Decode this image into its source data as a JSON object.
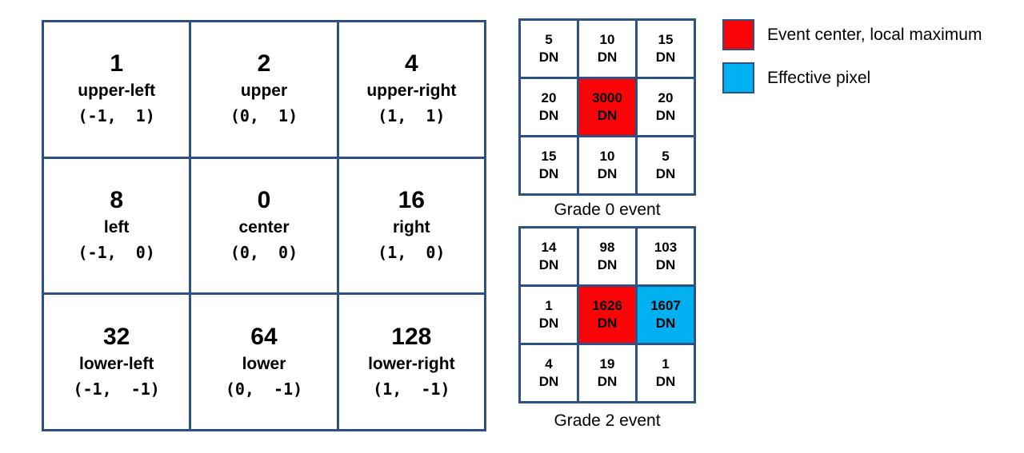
{
  "palette": {
    "border_blue": "#2e5183",
    "event_red": "#fa0407",
    "effective_blue": "#00b0f0",
    "text": "#000000",
    "background": "#ffffff"
  },
  "grade_bit_table": {
    "cells": [
      {
        "value": "1",
        "label": "upper-left",
        "coord": "(-1,  1)"
      },
      {
        "value": "2",
        "label": "upper",
        "coord": "(0,  1)"
      },
      {
        "value": "4",
        "label": "upper-right",
        "coord": "(1,  1)"
      },
      {
        "value": "8",
        "label": "left",
        "coord": "(-1,  0)"
      },
      {
        "value": "0",
        "label": "center",
        "coord": "(0,  0)"
      },
      {
        "value": "16",
        "label": "right",
        "coord": "(1,  0)"
      },
      {
        "value": "32",
        "label": "lower-left",
        "coord": "(-1,  -1)"
      },
      {
        "value": "64",
        "label": "lower",
        "coord": "(0,  -1)"
      },
      {
        "value": "128",
        "label": "lower-right",
        "coord": "(1,  -1)"
      }
    ]
  },
  "grade0": {
    "caption": "Grade 0 event",
    "cells": [
      {
        "value": "5",
        "unit": "DN",
        "highlight": "none"
      },
      {
        "value": "10",
        "unit": "DN",
        "highlight": "none"
      },
      {
        "value": "15",
        "unit": "DN",
        "highlight": "none"
      },
      {
        "value": "20",
        "unit": "DN",
        "highlight": "none"
      },
      {
        "value": "3000",
        "unit": "DN",
        "highlight": "red"
      },
      {
        "value": "20",
        "unit": "DN",
        "highlight": "none"
      },
      {
        "value": "15",
        "unit": "DN",
        "highlight": "none"
      },
      {
        "value": "10",
        "unit": "DN",
        "highlight": "none"
      },
      {
        "value": "5",
        "unit": "DN",
        "highlight": "none"
      }
    ]
  },
  "grade2": {
    "caption": "Grade 2 event",
    "cells": [
      {
        "value": "14",
        "unit": "DN",
        "highlight": "none"
      },
      {
        "value": "98",
        "unit": "DN",
        "highlight": "none"
      },
      {
        "value": "103",
        "unit": "DN",
        "highlight": "none"
      },
      {
        "value": "1",
        "unit": "DN",
        "highlight": "none"
      },
      {
        "value": "1626",
        "unit": "DN",
        "highlight": "red"
      },
      {
        "value": "1607",
        "unit": "DN",
        "highlight": "blue"
      },
      {
        "value": "4",
        "unit": "DN",
        "highlight": "none"
      },
      {
        "value": "19",
        "unit": "DN",
        "highlight": "none"
      },
      {
        "value": "1",
        "unit": "DN",
        "highlight": "none"
      }
    ]
  },
  "legend": {
    "items": [
      {
        "swatch": "red",
        "label": "Event center, local maximum"
      },
      {
        "swatch": "blue",
        "label": "Effective pixel"
      }
    ]
  }
}
